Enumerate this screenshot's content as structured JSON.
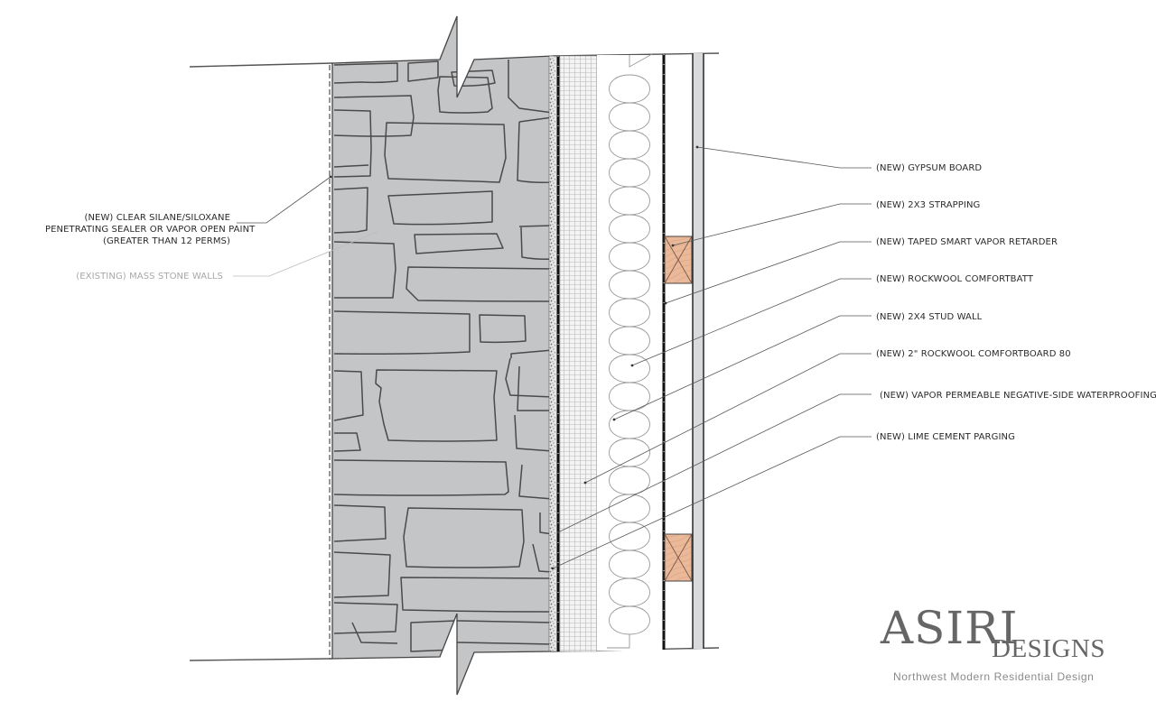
{
  "diagram": {
    "type": "wall-section-detail",
    "title": "Mass stone wall interior insulation retrofit section"
  },
  "labels_left": [
    {
      "id": "sealer",
      "lines": [
        "(NEW) CLEAR SILANE/SILOXANE",
        "PENETRATING SEALER OR VAPOR OPEN PAINT",
        "(GREATER THAN 12 PERMS)"
      ]
    },
    {
      "id": "stone",
      "text": "(EXISTING) MASS STONE WALLS",
      "muted": true
    }
  ],
  "labels_right": [
    {
      "id": "gypsum",
      "text": "(NEW) GYPSUM BOARD"
    },
    {
      "id": "strapping",
      "text": "(NEW) 2X3 STRAPPING"
    },
    {
      "id": "vapor_retarder",
      "text": "(NEW) TAPED SMART VAPOR RETARDER"
    },
    {
      "id": "comfortbatt",
      "text": "(NEW) ROCKWOOL COMFORTBATT"
    },
    {
      "id": "stud_wall",
      "text": "(NEW) 2X4 STUD WALL"
    },
    {
      "id": "comfortboard",
      "text": "(NEW) 2\" ROCKWOOL COMFORTBOARD 80"
    },
    {
      "id": "waterproofing",
      "text": "(NEW) VAPOR PERMEABLE NEGATIVE-SIDE WATERPROOFING"
    },
    {
      "id": "parging",
      "text": "(NEW) LIME CEMENT PARGING"
    }
  ],
  "layers_exterior_to_interior": [
    "Clear silane/siloxane sealer",
    "Existing mass stone wall",
    "Lime cement parging",
    "Vapor permeable negative-side waterproofing",
    "2\" Rockwool Comfortboard 80",
    "Rockwool Comfortbatt in 2x4 stud wall",
    "Taped smart vapor retarder",
    "2x3 strapping",
    "Gypsum board"
  ],
  "logo": {
    "main": "ASIRI",
    "sub": "DESIGNS",
    "tagline": "Northwest  Modern  Residential  Design"
  },
  "colors": {
    "stone_fill": "#c4c5c7",
    "stone_outline": "#4a4a4a",
    "wood_fill": "#e9b898",
    "gypsum_fill": "#d9dadc",
    "leader": "#555555",
    "logo": "#666666"
  }
}
